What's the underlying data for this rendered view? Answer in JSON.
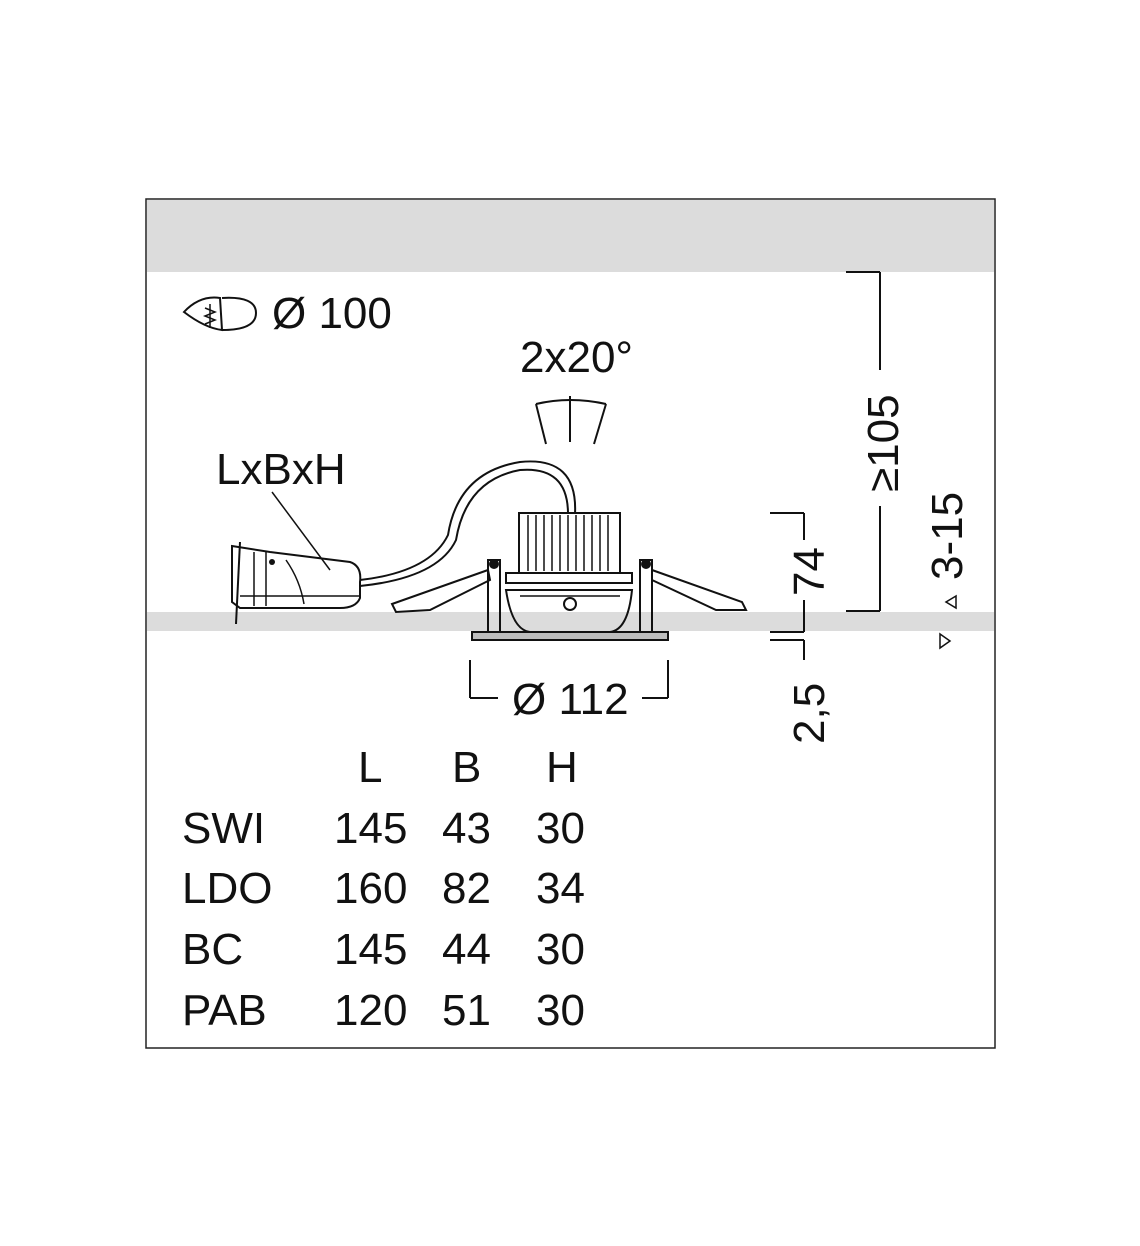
{
  "labels": {
    "cutout": "Ø 100",
    "tilt": "2x20°",
    "driver": "LxBxH",
    "diameter": "Ø 112",
    "depth": "≥105",
    "ceiling": "3-15",
    "height": "74",
    "flange": "2,5"
  },
  "table": {
    "headers": [
      "L",
      "B",
      "H"
    ],
    "rows": [
      {
        "name": "SWI",
        "values": [
          "145",
          "43",
          "30"
        ]
      },
      {
        "name": "LDO",
        "values": [
          "160",
          "82",
          "34"
        ]
      },
      {
        "name": "BC",
        "values": [
          "145",
          "44",
          "30"
        ]
      },
      {
        "name": "PAB",
        "values": [
          "120",
          "51",
          "30"
        ]
      }
    ]
  },
  "colors": {
    "band": "#dcdcdc",
    "ink": "#111111"
  },
  "icons": [
    "ceiling-cutout-icon"
  ]
}
